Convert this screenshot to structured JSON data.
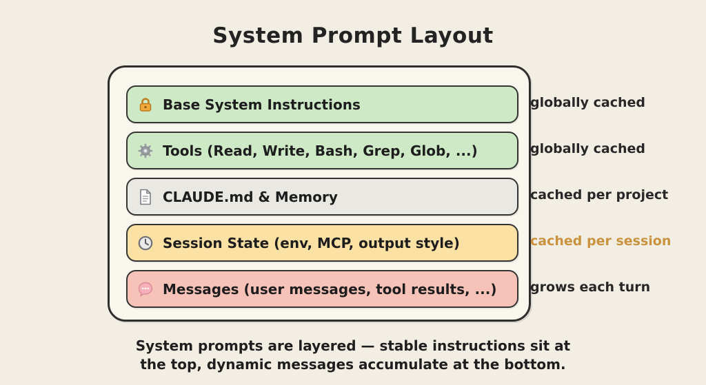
{
  "title": "System Prompt Layout",
  "rows": [
    {
      "icon": "lock",
      "label": "Base System Instructions",
      "note": "globally cached",
      "bg": "#cde9c6",
      "note_color": "#272727"
    },
    {
      "icon": "gear",
      "label": "Tools (Read, Write, Bash, Grep, Glob, ...)",
      "note": "globally cached",
      "bg": "#cde9c6",
      "note_color": "#272727"
    },
    {
      "icon": "document",
      "label": "CLAUDE.md & Memory",
      "note": "cached per project",
      "bg": "#e9e8e3",
      "note_color": "#272727"
    },
    {
      "icon": "clock",
      "label": "Session State (env, MCP, output style)",
      "note": "cached per session",
      "bg": "#fbe1a4",
      "note_color": "#c9923e"
    },
    {
      "icon": "speech",
      "label": "Messages (user messages, tool results, ...)",
      "note": "grows each turn",
      "bg": "#f7c3b9",
      "note_color": "#272727"
    }
  ],
  "caption": {
    "line1": "System prompts are layered — stable instructions sit at",
    "line2": "the top, dynamic messages accumulate at the bottom."
  },
  "colors": {
    "page_bg": "#f3eee4",
    "box_bg": "#f9f6ed",
    "border": "#2e2e2e",
    "green": "#cde9c6",
    "gray": "#e9e8e3",
    "yellow": "#fbe1a4",
    "pink": "#f7c3b9",
    "session_note": "#c9923e"
  }
}
